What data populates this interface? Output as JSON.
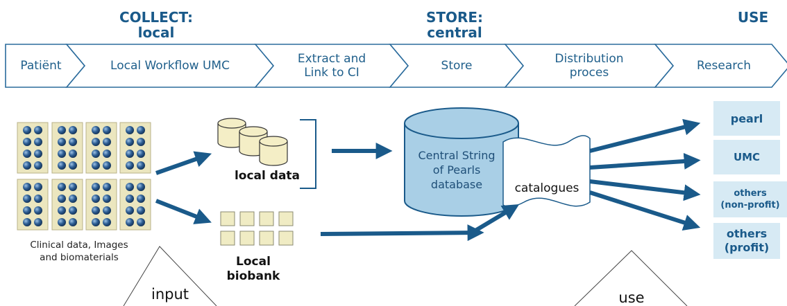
{
  "phases": {
    "collect": [
      "COLLECT:",
      "local"
    ],
    "store": [
      "STORE:",
      "central"
    ],
    "use": "USE"
  },
  "workflow_steps": [
    "Patiënt",
    "Local Workflow UMC",
    "Extract and Link to CI",
    "Store",
    "Distribution proces",
    "Research"
  ],
  "workflow_steps_display": [
    [
      "Patiënt"
    ],
    [
      "Local Workflow UMC"
    ],
    [
      "Extract and",
      "Link to CI"
    ],
    [
      "Store"
    ],
    [
      "Distribution",
      "proces"
    ],
    [
      "Research"
    ]
  ],
  "sources": {
    "caption": [
      "Clinical data, Images",
      "and biomaterials"
    ]
  },
  "local_data": {
    "label": "local data"
  },
  "local_biobank": {
    "label": [
      "Local",
      "biobank"
    ]
  },
  "central_db": {
    "label": [
      "Central String",
      "of Pearls",
      "database"
    ]
  },
  "catalogues": {
    "label": "catalogues"
  },
  "users": [
    [
      "pearl"
    ],
    [
      "UMC"
    ],
    [
      "others",
      "(non-profit)"
    ],
    [
      "others",
      "(profit)"
    ]
  ],
  "triangles": {
    "input": "input",
    "use": "use"
  },
  "colors": {
    "arrow": "#1a5a8a",
    "chevron_stroke": "#2a6b9c",
    "cylinder_fill": "#a9cfe6",
    "user_box": "#d7eaf4",
    "local_data_fill": "#f4eec6",
    "biobank_fill": "#f0ecc4",
    "dot": "#2e5f95"
  }
}
